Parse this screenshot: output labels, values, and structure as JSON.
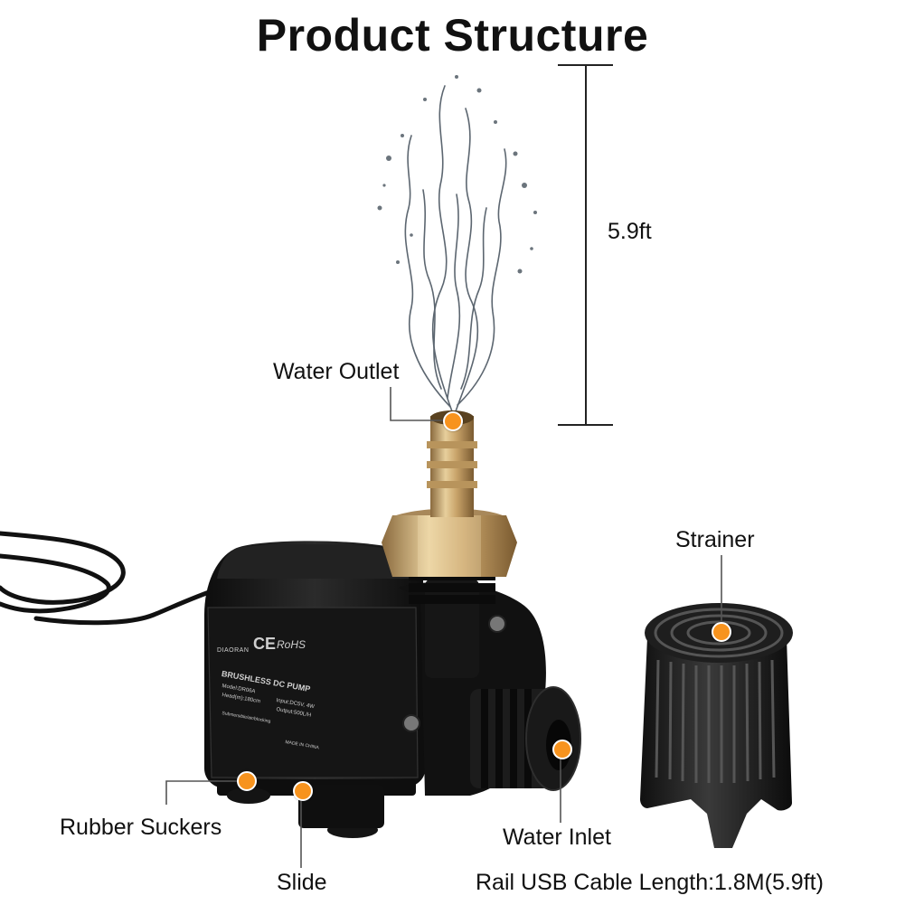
{
  "title": "Product Structure",
  "height_label": "5.9ft",
  "labels": {
    "water_outlet": "Water Outlet",
    "strainer": "Strainer",
    "rubber_suckers": "Rubber Suckers",
    "water_inlet": "Water Inlet",
    "slide": "Slide",
    "cable": "Rail USB Cable Length:1.8M(5.9ft)"
  },
  "pump_print": {
    "brand": "DIAORAN",
    "ce": "CE",
    "rohs": "RoHS",
    "name": "BRUSHLESS DC PUMP",
    "model": "Model:DR06A",
    "head": "Head(m):180cm",
    "input": "Input:DC5V, 4W",
    "output": "Output:500L/H",
    "note1": "Submersible/air/blocking",
    "made": "MADE IN CHINA"
  },
  "colors": {
    "marker": "#f7931e",
    "pump_body": "#1a1a1a",
    "brass": "#c9a46a"
  }
}
